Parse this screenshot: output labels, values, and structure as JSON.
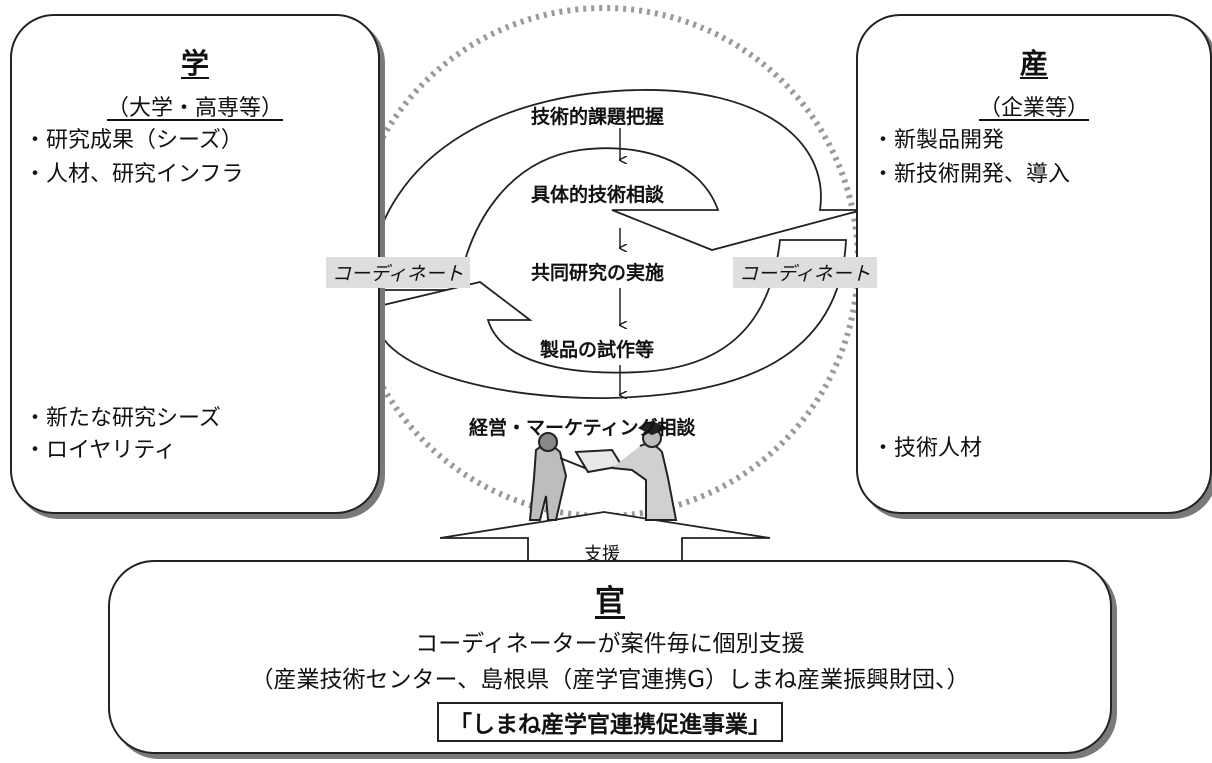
{
  "academia": {
    "title": "学",
    "subtitle": "（大学・高専等）",
    "bullets_top": [
      "・研究成果（シーズ）",
      "・人材、研究インフラ"
    ],
    "bullets_bottom": [
      "・新たな研究シーズ",
      "・ロイヤリティ"
    ]
  },
  "industry": {
    "title": "産",
    "subtitle": "（企業等）",
    "bullets_top": [
      "・新製品開発",
      "・新技術開発、導入"
    ],
    "bullets_bottom": [
      "・技術人材"
    ]
  },
  "cycle": {
    "steps": [
      "技術的課題把握",
      "具体的技術相談",
      "共同研究の実施",
      "製品の試作等",
      "経営・マーケティング相談"
    ],
    "coordinate_left": "コーディネート",
    "coordinate_right": "コーディネート"
  },
  "support_label": "支援",
  "government": {
    "title": "官",
    "line1": "コーディネーターが案件毎に個別支援",
    "line2": "（産業技術センター、島根県（産学官連携G）しまね産業振興財団、）",
    "project": "「しまね産学官連携促進事業」"
  }
}
